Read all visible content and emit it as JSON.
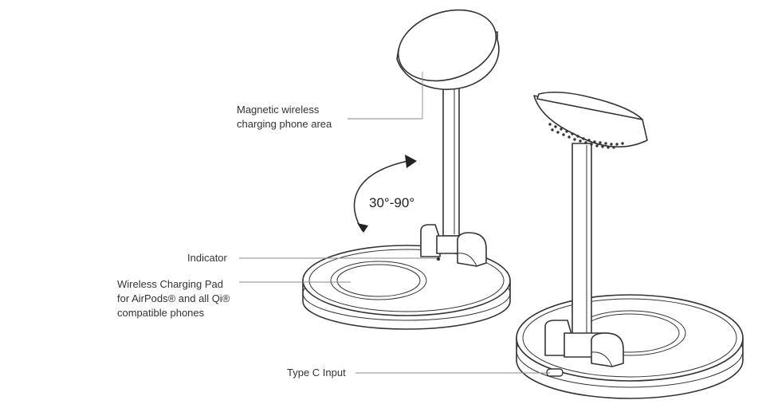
{
  "labels": {
    "magnetic_line1": "Magnetic wireless",
    "magnetic_line2": "charging phone area",
    "angle": "30°-90°",
    "indicator": "Indicator",
    "pad_line1": "Wireless Charging Pad",
    "pad_line2": "for AirPods® and all Qi®",
    "pad_line3": "compatible phones",
    "typec": "Type C Input"
  }
}
